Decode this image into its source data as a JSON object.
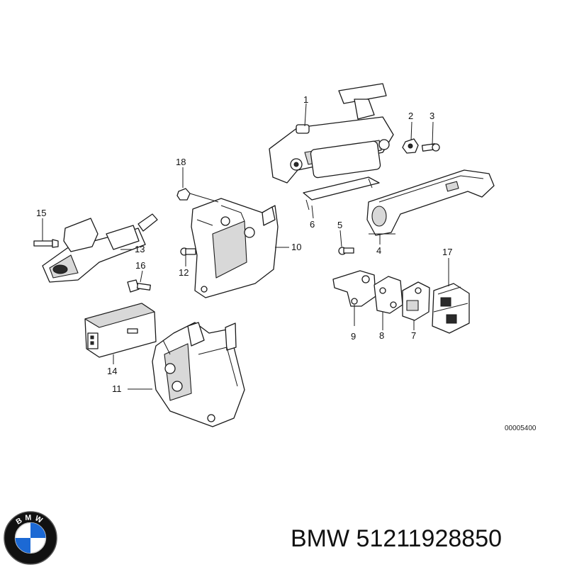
{
  "diagram": {
    "callouts": [
      "1",
      "2",
      "3",
      "4",
      "5",
      "6",
      "7",
      "8",
      "9",
      "10",
      "11",
      "12",
      "13",
      "14",
      "15",
      "16",
      "17",
      "18"
    ],
    "drawing_code": "00005400"
  },
  "brand": {
    "name": "BMW",
    "logo_text": "BMW",
    "logo_colors": {
      "blue": "#1c69d4",
      "white": "#ffffff",
      "ring": "#111111"
    }
  },
  "caption": {
    "text": "BMW 51211928850"
  }
}
